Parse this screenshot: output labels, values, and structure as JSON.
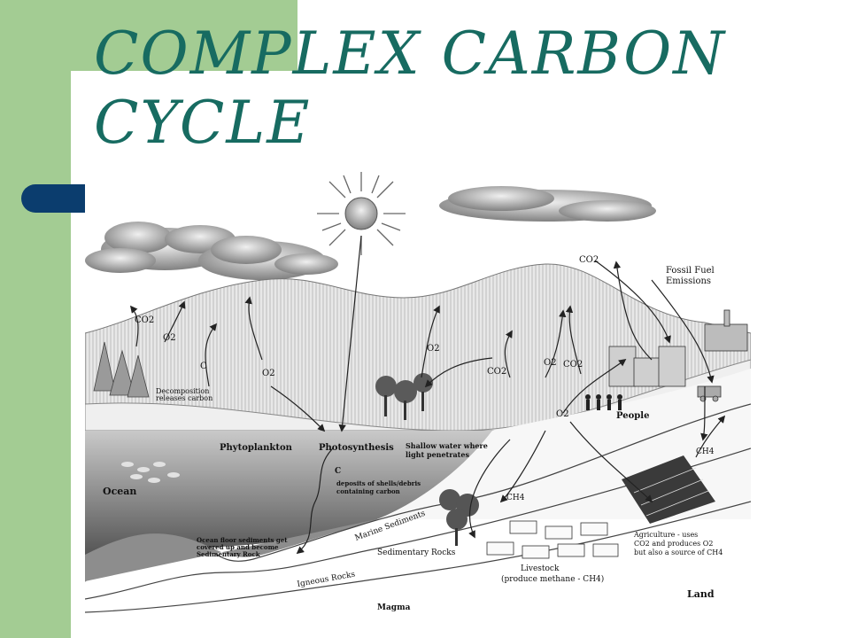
{
  "slide": {
    "title": "COMPLEX CARBON CYCLE",
    "colors": {
      "title": "#176b61",
      "band": "#a3cc93",
      "pill": "#0b3d6e"
    }
  },
  "diagram": {
    "labels": {
      "co2_top": "CO2",
      "fossil_fuel": "Fossil Fuel",
      "emissions": "Emissions",
      "co2_left": "CO2",
      "o2_left": "O2",
      "c_left": "C",
      "o2_mid": "O2",
      "o2_hill": "O2",
      "co2_center": "CO2",
      "o2_right": "O2",
      "co2_right": "CO2",
      "o2_people": "O2",
      "people": "People",
      "decomposition_1": "Decomposition",
      "decomposition_2": "releases carbon",
      "phytoplankton": "Phytoplankton",
      "photosynthesis": "Photosynthesis",
      "shallow_1": "Shallow water where",
      "shallow_2": "light penetrates",
      "c_ocean": "C",
      "deposits_1": "deposits of shells/debris",
      "deposits_2": "containing carbon",
      "ocean": "Ocean",
      "ch4_land": "CH4",
      "ch4_right": "CH4",
      "seafloor_1": "Ocean floor sediments get",
      "seafloor_2": "covered up and become",
      "seafloor_3": "Sedimentary Rock",
      "marine_sediments": "Marine Sediments",
      "sedimentary_rocks": "Sedimentary Rocks",
      "igneous_rocks": "Igneous Rocks",
      "magma": "Magma",
      "livestock_1": "Livestock",
      "livestock_2": "(produce methane - CH4)",
      "agri_1": "Agriculture - uses",
      "agri_2": "CO2 and produces O2",
      "agri_3": "but also a source of CH4",
      "land": "Land"
    }
  }
}
